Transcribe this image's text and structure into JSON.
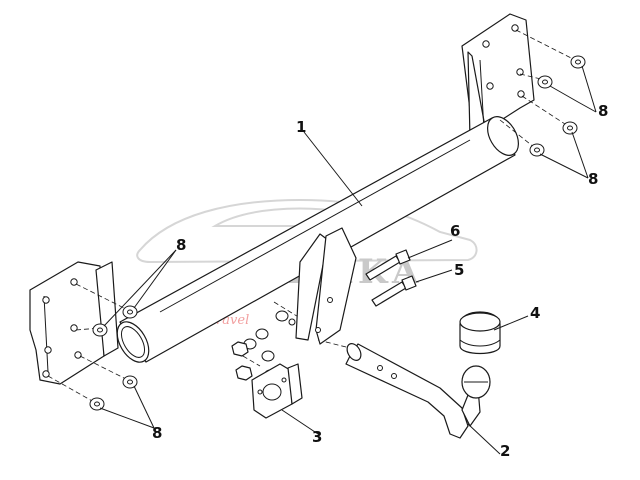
{
  "watermark": {
    "brand": "AHAKA",
    "tagline": "tack and travel"
  },
  "callouts": {
    "c1": "1",
    "c2": "2",
    "c3": "3",
    "c4": "4",
    "c5": "5",
    "c6": "6",
    "c8_top_upper": "8",
    "c8_top_lower": "8",
    "c8_left_upper": "8",
    "c8_left_lower": "8"
  }
}
